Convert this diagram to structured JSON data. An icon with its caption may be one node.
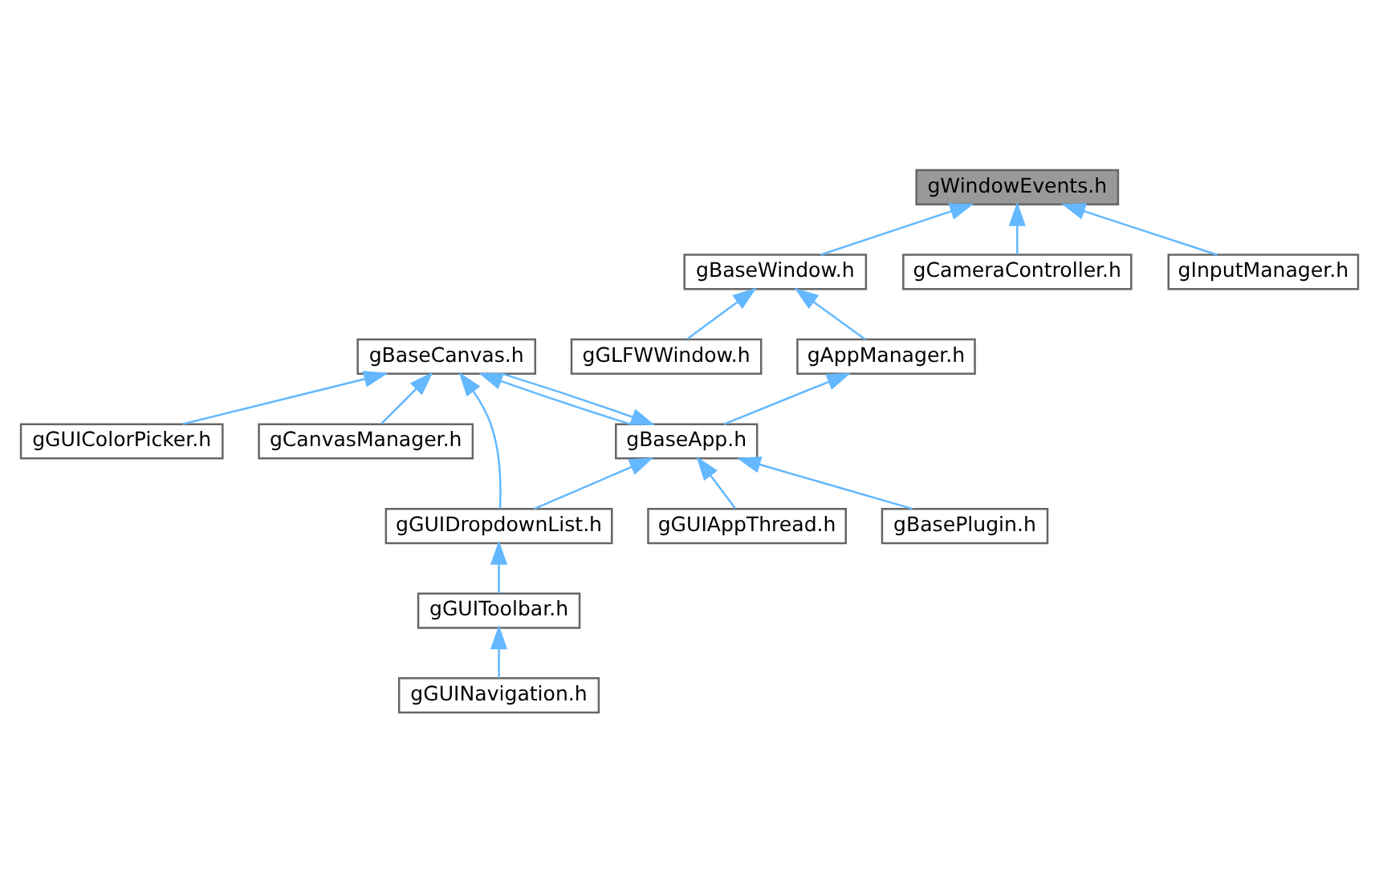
{
  "diagram": {
    "nodes": [
      {
        "text": [
          "gWindowEvents.h"
        ]
      },
      {
        "text": [
          "gBaseWindow.h"
        ]
      },
      {
        "text": [
          "gCameraController.h"
        ]
      },
      {
        "text": [
          "gInputManager.h"
        ]
      },
      {
        "text": [
          "gAppManager.h"
        ]
      },
      {
        "text": [
          "gGLFWWindow.h"
        ]
      },
      {
        "text": [
          "gBaseApp.h"
        ]
      },
      {
        "text": [
          "gBaseCanvas.h"
        ]
      },
      {
        "text": [
          "gBasePlugin.h"
        ]
      },
      {
        "text": [
          "gGUIAppThread.h"
        ]
      },
      {
        "text": [
          "gCanvasManager.h"
        ]
      },
      {
        "text": [
          "gGUIColorPicker.h"
        ]
      },
      {
        "text": [
          "gGUIDropdownList.h"
        ]
      },
      {
        "text": [
          "gGUIToolbar.h"
        ]
      },
      {
        "text": [
          "gGUINavigation.h"
        ]
      }
    ],
    "edges": [
      {
        "from": 1,
        "to": 0,
        "arrow": "to"
      },
      {
        "from": 2,
        "to": 0,
        "arrow": "to"
      },
      {
        "from": 3,
        "to": 0,
        "arrow": "to"
      },
      {
        "from": 4,
        "to": 1,
        "arrow": "to"
      },
      {
        "from": 5,
        "to": 1,
        "arrow": "to"
      },
      {
        "from": 6,
        "to": 4,
        "arrow": "to"
      },
      {
        "from": 7,
        "to": 6,
        "arrow": "to"
      },
      {
        "from": 6,
        "to": 7,
        "arrow": "to"
      },
      {
        "from": 8,
        "to": 6,
        "arrow": "to"
      },
      {
        "from": 9,
        "to": 6,
        "arrow": "to"
      },
      {
        "from": 12,
        "to": 6,
        "arrow": "to"
      },
      {
        "from": 10,
        "to": 7,
        "arrow": "to"
      },
      {
        "from": 11,
        "to": 7,
        "arrow": "to"
      },
      {
        "from": 12,
        "to": 7,
        "arrow": "to"
      },
      {
        "from": 13,
        "to": 12,
        "arrow": "to"
      },
      {
        "from": 14,
        "to": 13,
        "arrow": "to"
      }
    ]
  }
}
